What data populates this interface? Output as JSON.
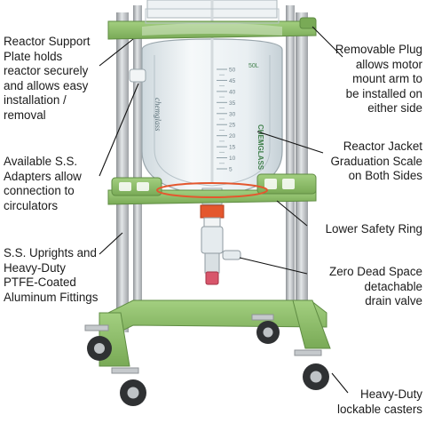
{
  "callouts": {
    "support_plate": "Reactor Support\nPlate holds\nreactor securely\nand allows easy\ninstallation /\nremoval",
    "adapters": "Available S.S.\nAdapters allow\nconnection to\ncirculators",
    "uprights": "S.S. Uprights and\nHeavy-Duty\nPTFE-Coated\nAluminum Fittings",
    "removable_plug": "Removable Plug\nallows motor\nmount arm to\nbe installed on\neither side",
    "graduation_scale": "Reactor Jacket\nGraduation Scale\non Both Sides",
    "safety_ring": "Lower Safety Ring",
    "drain_valve": "Zero Dead Space\ndetachable\ndrain valve",
    "casters": "Heavy-Duty\nlockable casters"
  },
  "vessel_marks": {
    "brand": "CHEMGLASS",
    "logo": "chemglass",
    "capacity": "50L",
    "scale": [
      "50",
      "45",
      "40",
      "35",
      "30",
      "25",
      "20",
      "15",
      "10",
      "5"
    ]
  },
  "colors": {
    "frame_green": "#8dbf6a",
    "frame_dark": "#6e9f4f",
    "steel": "#b9bcbf",
    "glass": "#e8eef1",
    "seal_orange": "#e4572e",
    "leader_line": "#111111"
  }
}
